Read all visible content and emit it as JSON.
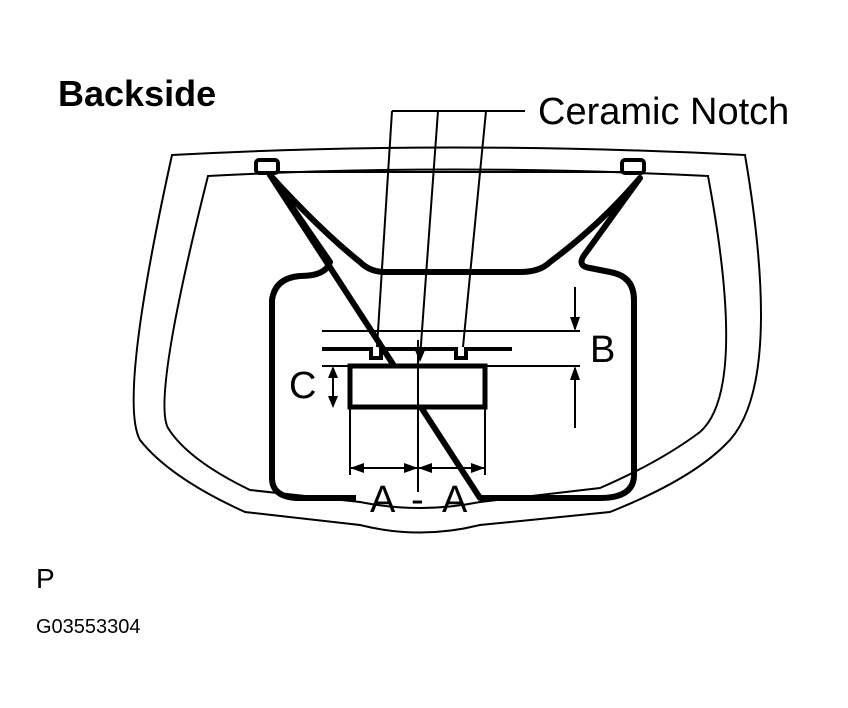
{
  "diagram": {
    "title": "Backside",
    "callout": "Ceramic Notch",
    "dimension_labels": {
      "a_left": "A",
      "a_separator": "-",
      "a_right": "A",
      "b": "B",
      "c": "C"
    },
    "corner_mark": "P",
    "figure_code": "G03553304"
  }
}
